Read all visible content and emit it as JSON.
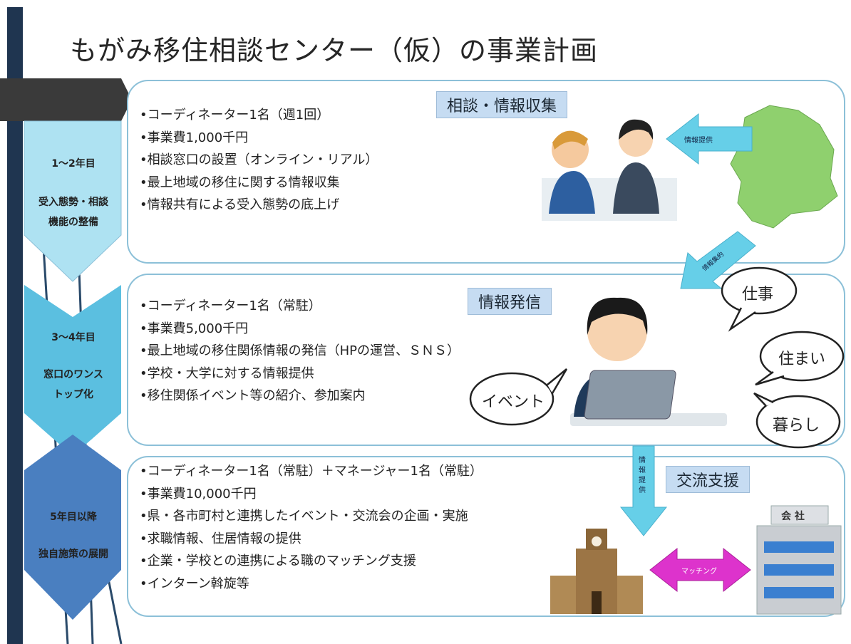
{
  "title": "もがみ移住相談センター（仮）の事業計画",
  "stages": [
    {
      "period": "1～2年目",
      "line1": "受入態勢・相談",
      "line2": "機能の整備"
    },
    {
      "period": "3～4年目",
      "line1": "窓口のワンス",
      "line2": "トップ化"
    },
    {
      "period": "5年目以降",
      "line1": "独自施策の展開"
    }
  ],
  "panels": [
    {
      "tag": "相談・情報収集",
      "bullets": [
        "•コーディネーター1名（週1回）",
        "•事業費1,000千円",
        "•相談窓口の設置（オンライン・リアル）",
        "•最上地域の移住に関する情報収集",
        "•情報共有による受入態勢の底上げ"
      ]
    },
    {
      "tag": "情報発信",
      "bullets": [
        "•コーディネーター1名（常駐）",
        "•事業費5,000千円",
        "•最上地域の移住関係情報の発信（HPの運営、ＳＮＳ）",
        "•学校・大学に対する情報提供",
        "•移住関係イベント等の紹介、参加案内"
      ]
    },
    {
      "tag": "交流支援",
      "bullets": [
        "•コーディネーター1名（常駐）＋マネージャー1名（常駐）",
        "•事業費10,000千円",
        "•県・各市町村と連携したイベント・交流会の企画・実施",
        "•求職情報、住居情報の提供",
        "•企業・学校との連携による職のマッチング支援",
        "•インターン斡旋等"
      ]
    }
  ],
  "bubbles": {
    "work": "仕事",
    "housing": "住まい",
    "living": "暮らし",
    "event": "イベント"
  },
  "arrows": {
    "info_provide": "情報提供",
    "info_aggregate": "情報集約",
    "info_provide_vertical": "情報提供",
    "matching": "マッチング"
  },
  "company_sign": "会 社",
  "colors": {
    "panel_border": "#8cc0d8",
    "tag_bg": "#c6dcf2",
    "arrow_cyan": "#66cfe8",
    "matching_magenta": "#dd33cc",
    "left_bar": "#1f3550"
  }
}
